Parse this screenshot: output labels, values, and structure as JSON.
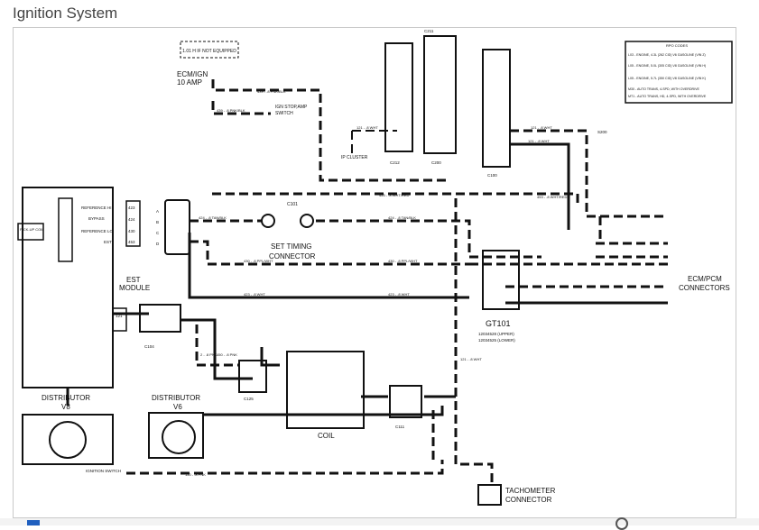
{
  "page": {
    "title": "Ignition System"
  },
  "colors": {
    "ink": "#111111",
    "frame": "#c9c9c9",
    "title": "#444444"
  },
  "labels": {
    "note": "1.01 H IF NOT EQUIPPED",
    "ecm_ign": "ECM/IGN",
    "ecm_amp": "10 AMP",
    "ign_stop": "IGN STOP,AMP",
    "ign_sw": "SWITCH",
    "ip_cluster": "IP CLUSTER",
    "set_timing_1": "SET TIMING",
    "set_timing_2": "CONNECTOR",
    "c101": "C101",
    "est_module": "EST",
    "est_module_2": "MODULE",
    "pickup_coil": "PICK-UP COIL",
    "dist_v8_1": "DISTRIBUTOR",
    "dist_v8_2": "V8",
    "dist_v6_1": "DISTRIBUTOR",
    "dist_v6_2": "V6",
    "coil": "COIL",
    "gt101": "GT101",
    "gt101_sub1": "12034528 (UPPER)",
    "gt101_sub2": "12034525 (LOWER)",
    "ecm_conn_1": "ECM/PCM",
    "ecm_conn_2": "CONNECTORS",
    "tach_1": "TACHOMETER",
    "tach_2": "CONNECTOR",
    "ign_switch": "IGNITION SWITCH",
    "rpo_title": "RPO CODES",
    "rpo_1": "L03 - ENGINE, 4.3L (262 CID) V6 GASOLINE (VIN Z)",
    "rpo_2": "L05 - ENGINE, 5.0L (305 CID) V8 GASOLINE (VIN H)",
    "rpo_3": "L05 - ENGINE, 5.7L (350 CID) V8 GASOLINE (VIN K)",
    "rpo_4": "M30 - AUTO TRANS, 4-SPD, WITH OVERDRIVE",
    "rpo_5": "MT1 - AUTO TRANS, HD, 4-SPD, WITH OVERDRIVE",
    "ref_hi": "REFERENCE HI",
    "bypass": "BYPASS",
    "ref_lo": "REFERENCE LO",
    "est": "EST",
    "c104": "C104",
    "c125": "C125",
    "c111": "C111",
    "c100": "C100",
    "c200": "C200",
    "c212": "C212",
    "c211": "C211",
    "s200": "S200",
    "w1": "439 - .8 PNK/BLK",
    "w2": "439 - .8 PNK/BLK",
    "w3": "121 - .8 WHT",
    "w4": "453 - .8 WHT/RED",
    "w5": "424 - .8 TAN/BLK",
    "w6": "430 - .8 PPL/WHT",
    "w7": "423 - .8 WHT",
    "w8": "424 - .8 TAN/BLK",
    "w9": "430 - .8 PPL/WHT",
    "w10": "423 - .8 WHT",
    "w11": "453 - .8 WHT/RED",
    "w12": "121 - .8 WHT",
    "w13": "121 - .8 WHT",
    "w14": "2 - .8 PNK",
    "w15": "450 - .8 PNK",
    "w16": "121 - .8 WHT",
    "w17": "150 - .8 PNK",
    "pin_a": "A",
    "pin_b": "B",
    "pin_c": "C",
    "pin_d": "D",
    "pin_121": "121",
    "pin_423": "423",
    "pin_424": "424",
    "pin_430": "430",
    "pin_453": "453"
  }
}
